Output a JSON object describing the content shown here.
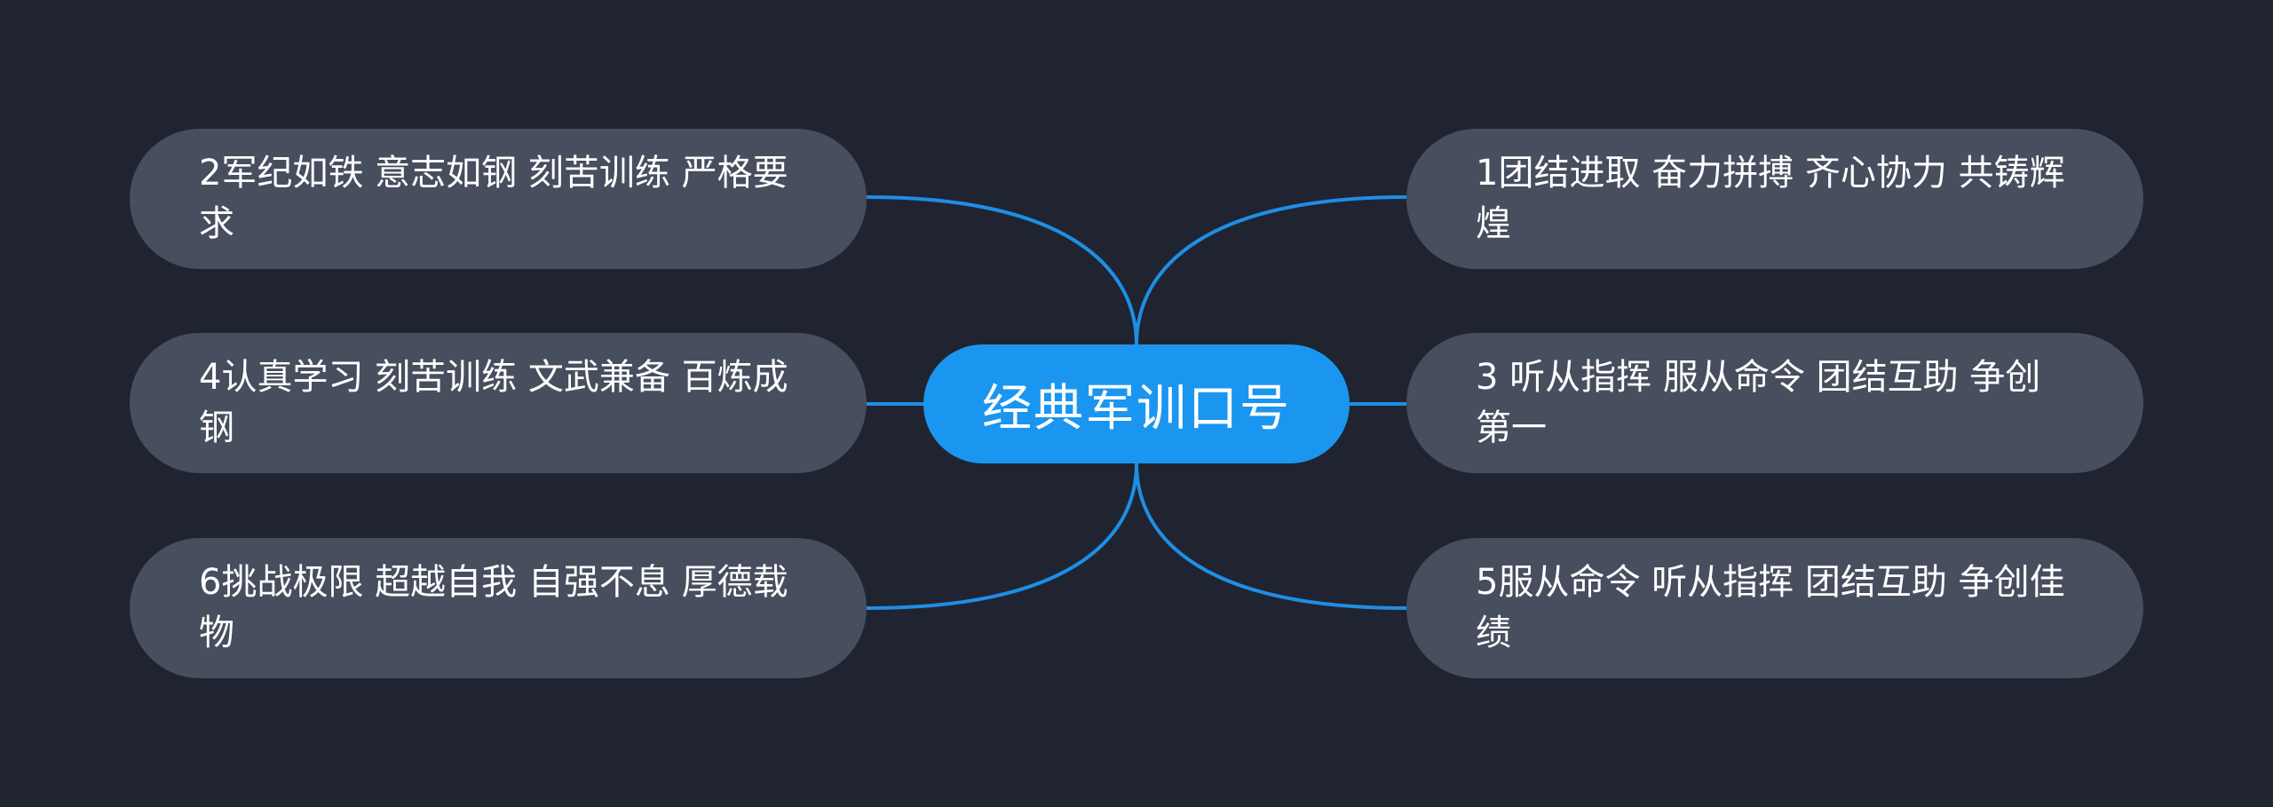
{
  "mindmap": {
    "center": "经典军训口号",
    "left": [
      "2军纪如铁 意志如钢 刻苦训练 严格要求",
      "4认真学习 刻苦训练 文武兼备 百炼成钢",
      "6挑战极限 超越自我 自强不息 厚德载物"
    ],
    "right": [
      "1团结进取 奋力拼搏 齐心协力 共铸辉煌",
      "3 听从指挥 服从命令 团结互助 争创第一",
      "5服从命令 听从指挥 团结互助 争创佳绩"
    ]
  },
  "colors": {
    "background": "#202431",
    "node": "#474e5e",
    "center": "#1a96f0",
    "connector": "#1e8ee6",
    "text": "#ffffff"
  }
}
